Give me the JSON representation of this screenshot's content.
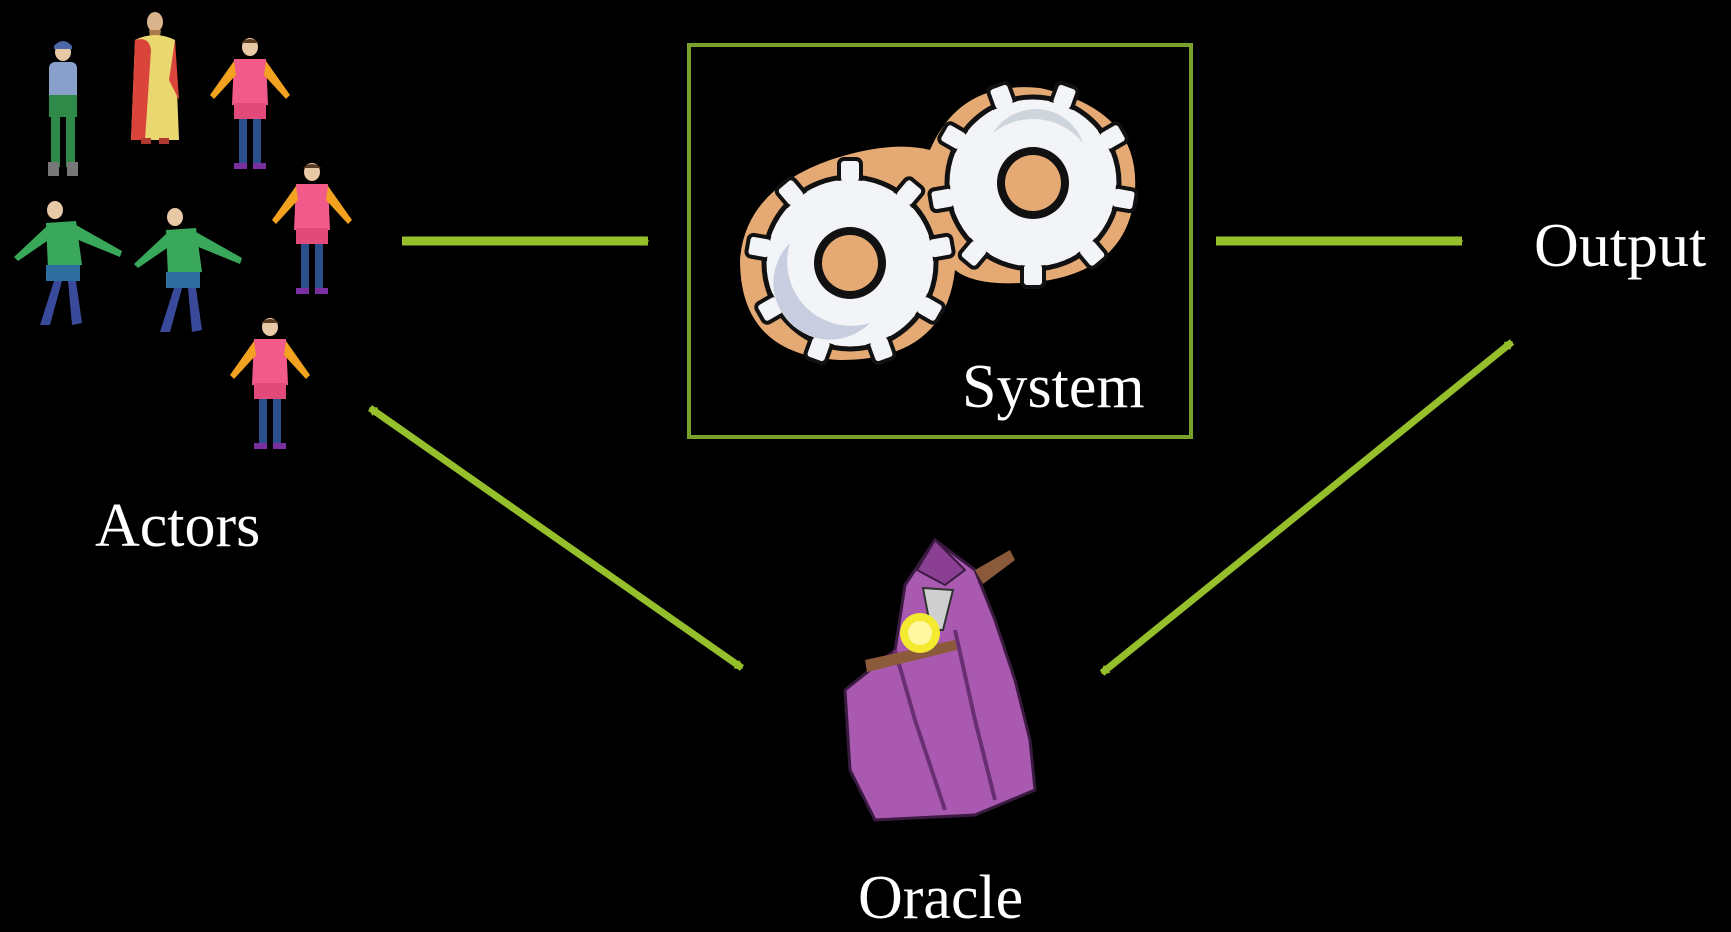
{
  "colors": {
    "background": "#000000",
    "accent": "#96bf2c",
    "box_border": "#78a02a",
    "text": "#ffffff",
    "gear_fill": "#e5aa74",
    "gear_face": "#f2f4f7",
    "oracle_robe": "#a95ab0"
  },
  "nodes": {
    "actors": {
      "label": "Actors",
      "icon": "actors-group-icon"
    },
    "system": {
      "label": "System",
      "icon": "gears-icon"
    },
    "output": {
      "label": "Output"
    },
    "oracle": {
      "label": "Oracle",
      "icon": "wizard-icon"
    }
  },
  "edges": [
    {
      "from": "actors",
      "to": "system",
      "direction": "forward"
    },
    {
      "from": "system",
      "to": "output",
      "direction": "forward"
    },
    {
      "from": "actors",
      "to": "oracle",
      "direction": "both"
    },
    {
      "from": "output",
      "to": "oracle",
      "direction": "both"
    }
  ]
}
